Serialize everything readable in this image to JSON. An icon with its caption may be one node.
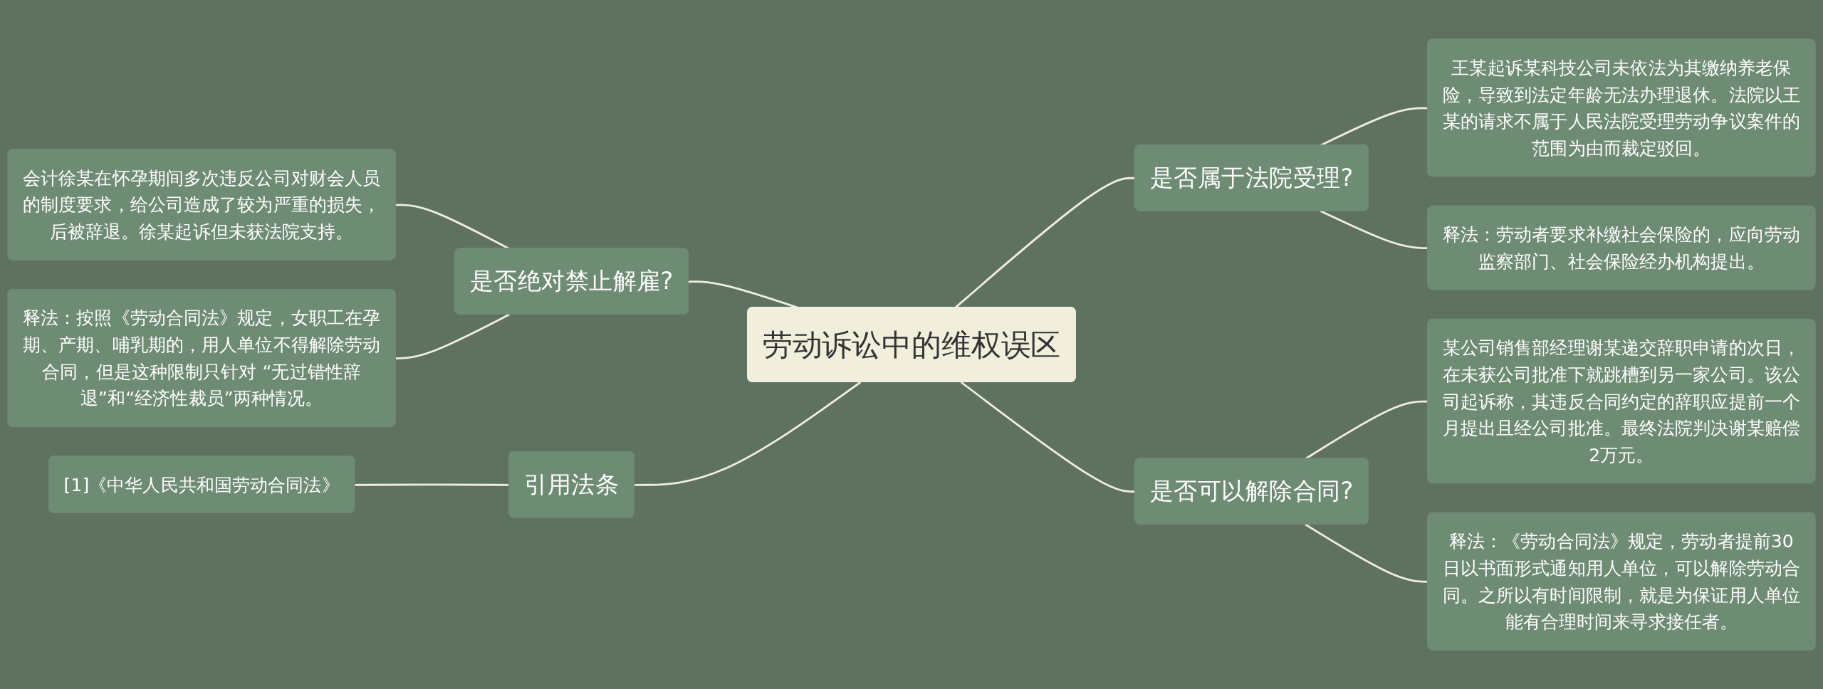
{
  "diagram": {
    "nodes": [
      {
        "text": [
          "劳动诉讼中的维权误区"
        ]
      },
      {
        "text": [
          "是否绝对禁止解雇?"
        ]
      },
      {
        "text": [
          "会计徐某在怀孕期间多次违反公司对财会人员的制度要求，给公司造成了较为严重的损失，后被辞退。徐某起诉但未获法院支持。"
        ]
      },
      {
        "text": [
          "释法：按照《劳动合同法》规定，女职工在孕期、产期、哺乳期的，用人单位不得解除劳动合同，但是这种限制只针对 “无过错性辞退”和“经济性裁员”两种情况。"
        ]
      },
      {
        "text": [
          "引用法条"
        ]
      },
      {
        "text": [
          "[1]《中华人民共和国劳动合同法》"
        ]
      },
      {
        "text": [
          "是否属于法院受理?"
        ]
      },
      {
        "text": [
          "王某起诉某科技公司未依法为其缴纳养老保险，导致到法定年龄无法办理退休。法院以王某的请求不属于人民法院受理劳动争议案件的范围为由而裁定驳回。"
        ]
      },
      {
        "text": [
          "释法：劳动者要求补缴社会保险的，应向劳动监察部门、社会保险经办机构提出。"
        ]
      },
      {
        "text": [
          "是否可以解除合同?"
        ]
      },
      {
        "text": [
          "某公司销售部经理谢某递交辞职申请的次日，在未获公司批准下就跳槽到另一家公司。该公司起诉称，其违反合同约定的辞职应提前一个月提出且经公司批准。最终法院判决谢某赔偿2万元。"
        ]
      },
      {
        "text": [
          "释法：《劳动合同法》规定，劳动者提前30日以书面形式通知用人单位，可以解除劳动合同。之所以有时间限制，就是为保证用人单位能有合理时间来寻求接任者。"
        ]
      }
    ],
    "edges": [
      {
        "from": 2,
        "to": 1,
        "arrow": "none"
      },
      {
        "from": 3,
        "to": 1,
        "arrow": "none"
      },
      {
        "from": 1,
        "to": 0,
        "arrow": "none"
      },
      {
        "from": 5,
        "to": 4,
        "arrow": "none"
      },
      {
        "from": 4,
        "to": 0,
        "arrow": "none"
      },
      {
        "from": 0,
        "to": 6,
        "arrow": "none"
      },
      {
        "from": 6,
        "to": 7,
        "arrow": "none"
      },
      {
        "from": 6,
        "to": 8,
        "arrow": "none"
      },
      {
        "from": 0,
        "to": 9,
        "arrow": "none"
      },
      {
        "from": 9,
        "to": 10,
        "arrow": "none"
      },
      {
        "from": 9,
        "to": 11,
        "arrow": "none"
      }
    ]
  }
}
